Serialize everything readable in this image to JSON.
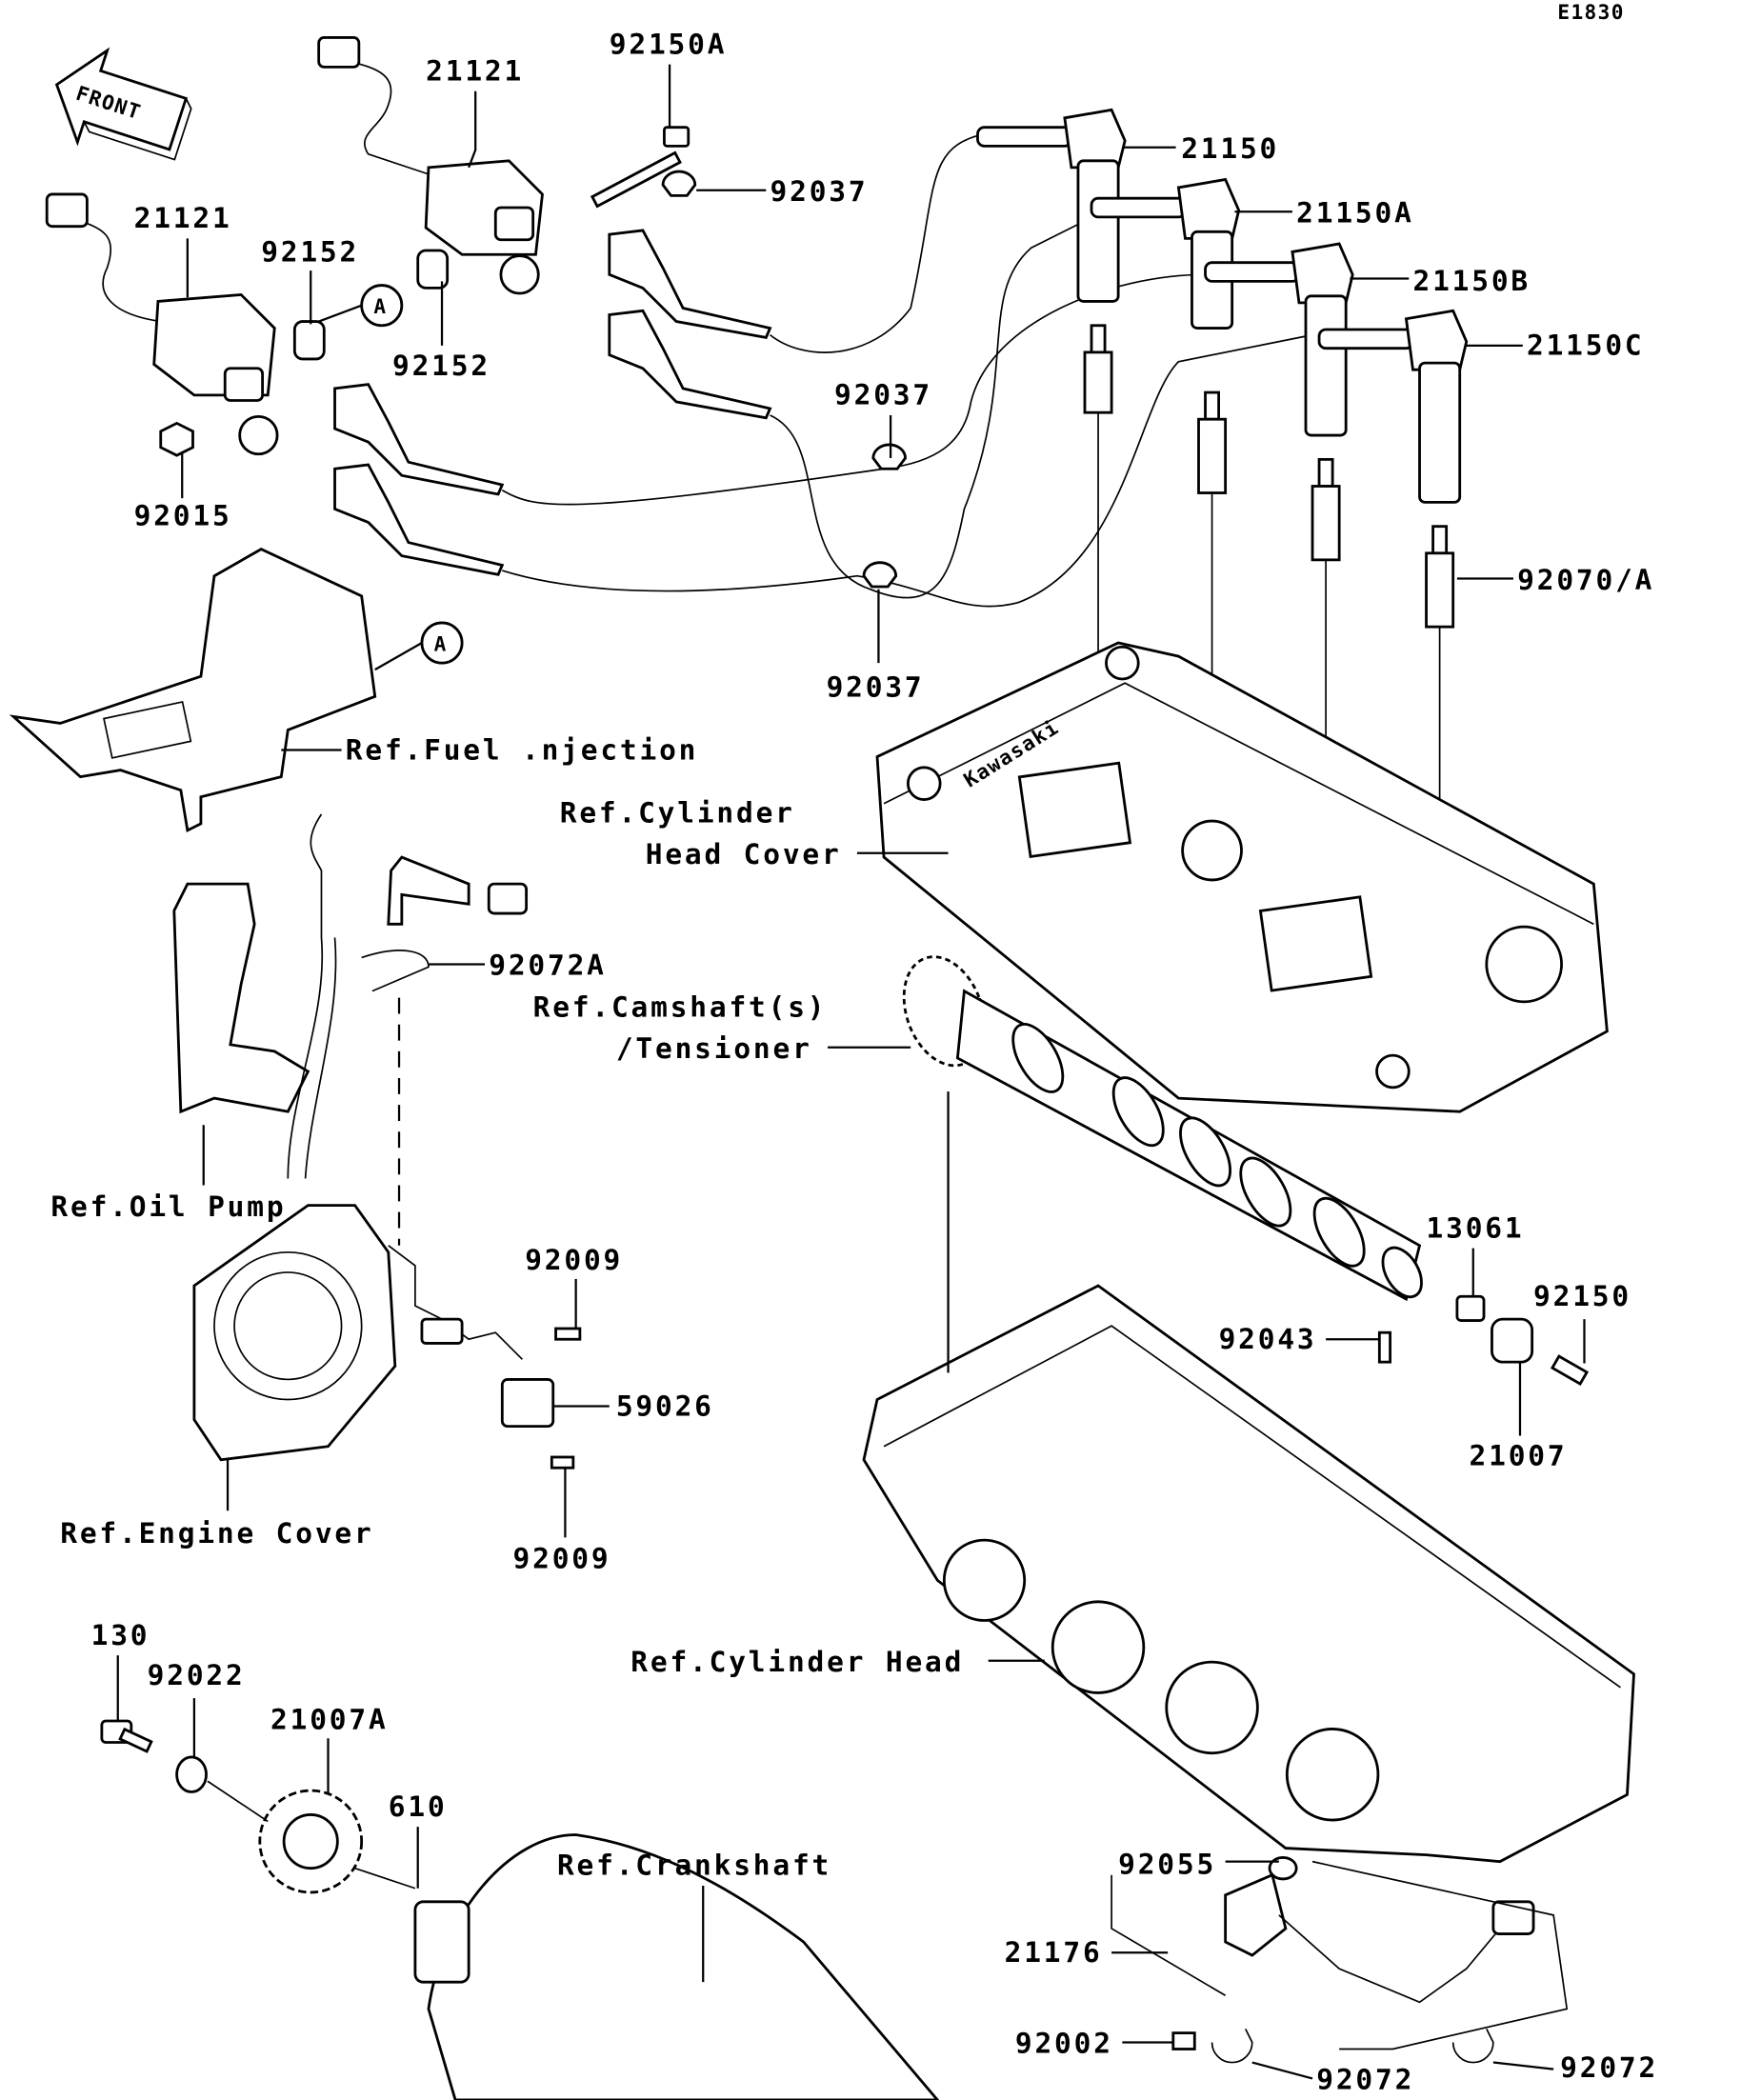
{
  "diagram_code": "E1830",
  "front_arrow": "FRONT",
  "callout_marker": "A",
  "parts": {
    "coil_1": "21121",
    "coil_2": "21121",
    "bolt_92150A": "92150A",
    "cap_21150": "21150",
    "cap_21150A": "21150A",
    "cap_21150B": "21150B",
    "cap_21150C": "21150C",
    "clamp_top": "92037",
    "clamp_mid": "92037",
    "clamp_low": "92037",
    "collar_1": "92152",
    "collar_2": "92152",
    "nut_92015": "92015",
    "spark_plug": "92070/A",
    "clamp_92072A": "92072A",
    "camshaft_sensor_bolt_1": "92009",
    "camshaft_sensor_bolt_2": "92009",
    "sensor_59026": "59026",
    "part_13061": "13061",
    "bolt_92150": "92150",
    "pin_92043": "92043",
    "rotor_21007": "21007",
    "bolt_130": "130",
    "washer_92022": "92022",
    "rotor_21007A": "21007A",
    "key_610": "610",
    "oring_92055": "92055",
    "sensor_21176": "21176",
    "bolt_92002": "92002",
    "clamp_92072_left": "92072",
    "clamp_92072_right": "92072"
  },
  "references": {
    "fuel_injection": "Ref.Fuel .njection",
    "cylinder_head_cover_1": "Ref.Cylinder",
    "cylinder_head_cover_2": "Head Cover",
    "camshaft_1": "Ref.Camshaft(s)",
    "camshaft_2": "/Tensioner",
    "oil_pump": "Ref.Oil Pump",
    "engine_cover": "Ref.Engine Cover",
    "cylinder_head": "Ref.Cylinder Head",
    "crankshaft": "Ref.Crankshaft",
    "cover_logo": "Kawasaki"
  }
}
